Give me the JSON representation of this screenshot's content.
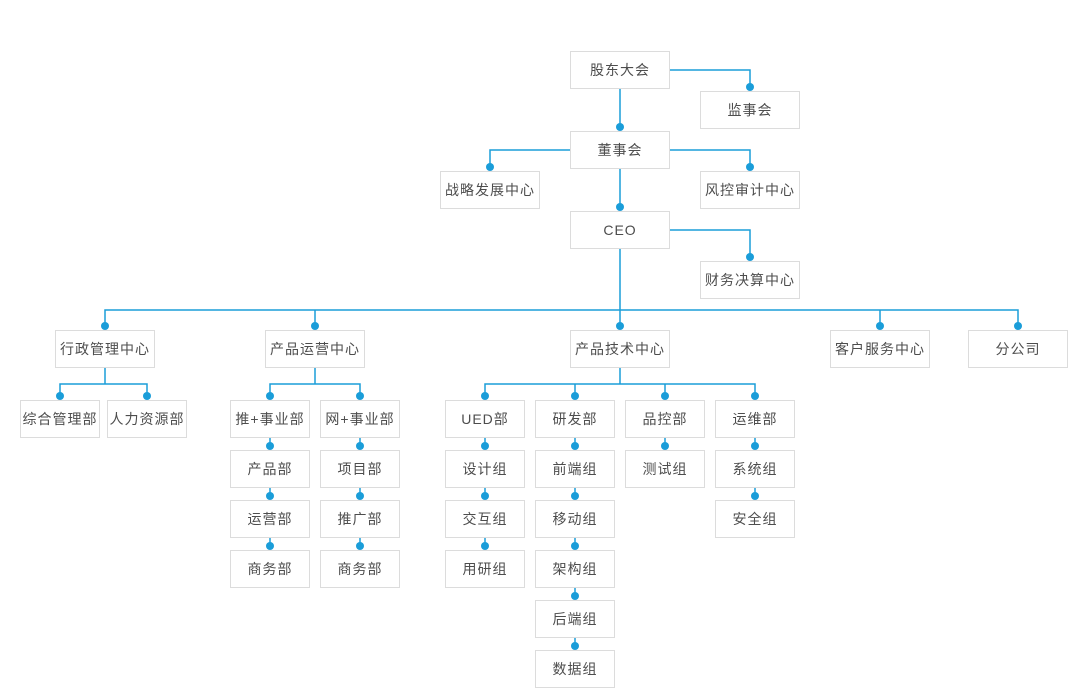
{
  "colors": {
    "line": "#1a9dd9",
    "box_border": "#dcdcdc",
    "box_bg": "#ffffff",
    "text": "#4d4d4d",
    "page_bg": "#ffffff"
  },
  "org_chart": {
    "nodes": {
      "shareholders_meeting": "股东大会",
      "supervisory_board": "监事会",
      "board_of_directors": "董事会",
      "strategic_development_center": "战略发展中心",
      "risk_audit_center": "风控审计中心",
      "ceo": "CEO",
      "financial_settlement_center": "财务决算中心",
      "admin_management_center": "行政管理中心",
      "product_operation_center": "产品运营中心",
      "product_technology_center": "产品技术中心",
      "customer_service_center": "客户服务中心",
      "branch_company": "分公司",
      "general_management_dept": "综合管理部",
      "human_resources_dept": "人力资源部",
      "tui_plus_division": "推+事业部",
      "wang_plus_division": "网+事业部",
      "product_dept": "产品部",
      "operation_dept": "运营部",
      "business_dept_tui": "商务部",
      "project_dept": "项目部",
      "promotion_dept": "推广部",
      "business_dept_wang": "商务部",
      "ued_dept": "UED部",
      "rd_dept": "研发部",
      "quality_control_dept": "品控部",
      "operation_maintenance_dept": "运维部",
      "design_group": "设计组",
      "interaction_group": "交互组",
      "user_research_group": "用研组",
      "frontend_group": "前端组",
      "mobile_group": "移动组",
      "architecture_group": "架构组",
      "backend_group": "后端组",
      "data_group": "数据组",
      "testing_group": "测试组",
      "system_group": "系统组",
      "security_group": "安全组"
    }
  }
}
